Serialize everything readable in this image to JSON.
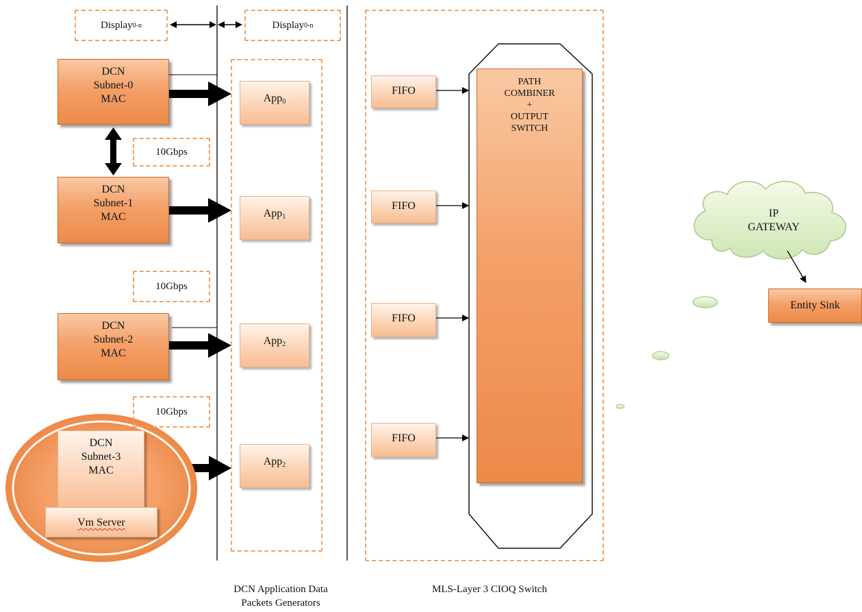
{
  "display_label": "Display",
  "display_sub": "0-n",
  "macs": [
    {
      "line1": "DCN",
      "line2": "Subnet-0",
      "line3": "MAC"
    },
    {
      "line1": "DCN",
      "line2": "Subnet-1",
      "line3": "MAC"
    },
    {
      "line1": "DCN",
      "line2": "Subnet-2",
      "line3": "MAC"
    },
    {
      "line1": "DCN",
      "line2": "Subnet-3",
      "line3": "MAC"
    }
  ],
  "rates": [
    "10Gbps",
    "10Gbps",
    "10Gbps"
  ],
  "apps": [
    {
      "label": "App",
      "sub": "0"
    },
    {
      "label": "App",
      "sub": "1"
    },
    {
      "label": "App",
      "sub": "2"
    },
    {
      "label": "App",
      "sub": "2"
    }
  ],
  "vm_server": "Vm Server",
  "fifo_label": "FIFO",
  "combiner": {
    "line1": "PATH",
    "line2": "COMBINER",
    "line3": "+",
    "line4": "OUTPUT",
    "line5": "SWITCH"
  },
  "gateway": {
    "line1": "IP",
    "line2": "GATEWAY"
  },
  "entity_sink": "Entity Sink",
  "captions": {
    "app_group_line1": "DCN Application Data",
    "app_group_line2": "Packets Generators",
    "switch_group": "MLS-Layer 3 CIOQ Switch"
  },
  "colors": {
    "orange": "#f4a06a",
    "dash": "#f4a261",
    "cloud": "#e3f1cf"
  }
}
